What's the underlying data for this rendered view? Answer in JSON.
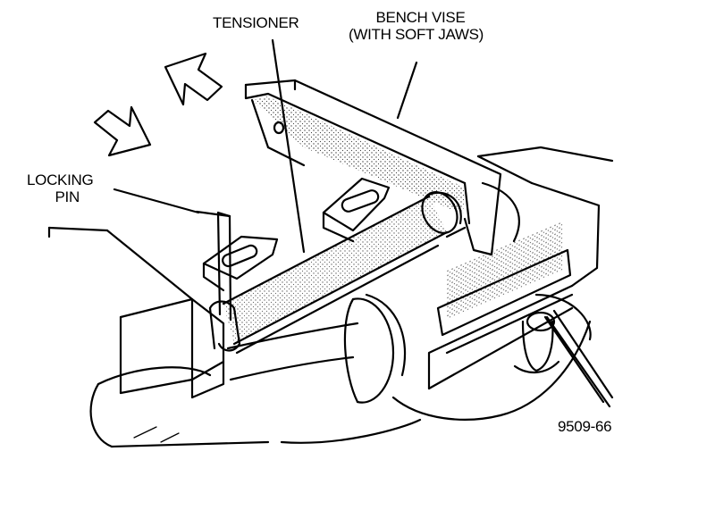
{
  "labels": {
    "tensioner": "TENSIONER",
    "bench_vise_line1": "BENCH VISE",
    "bench_vise_line2": "(WITH SOFT JAWS)",
    "locking_pin_line1": "LOCKING",
    "locking_pin_line2": "PIN",
    "part_number": "9509-66"
  },
  "colors": {
    "ink": "#000000",
    "paper": "#ffffff"
  }
}
